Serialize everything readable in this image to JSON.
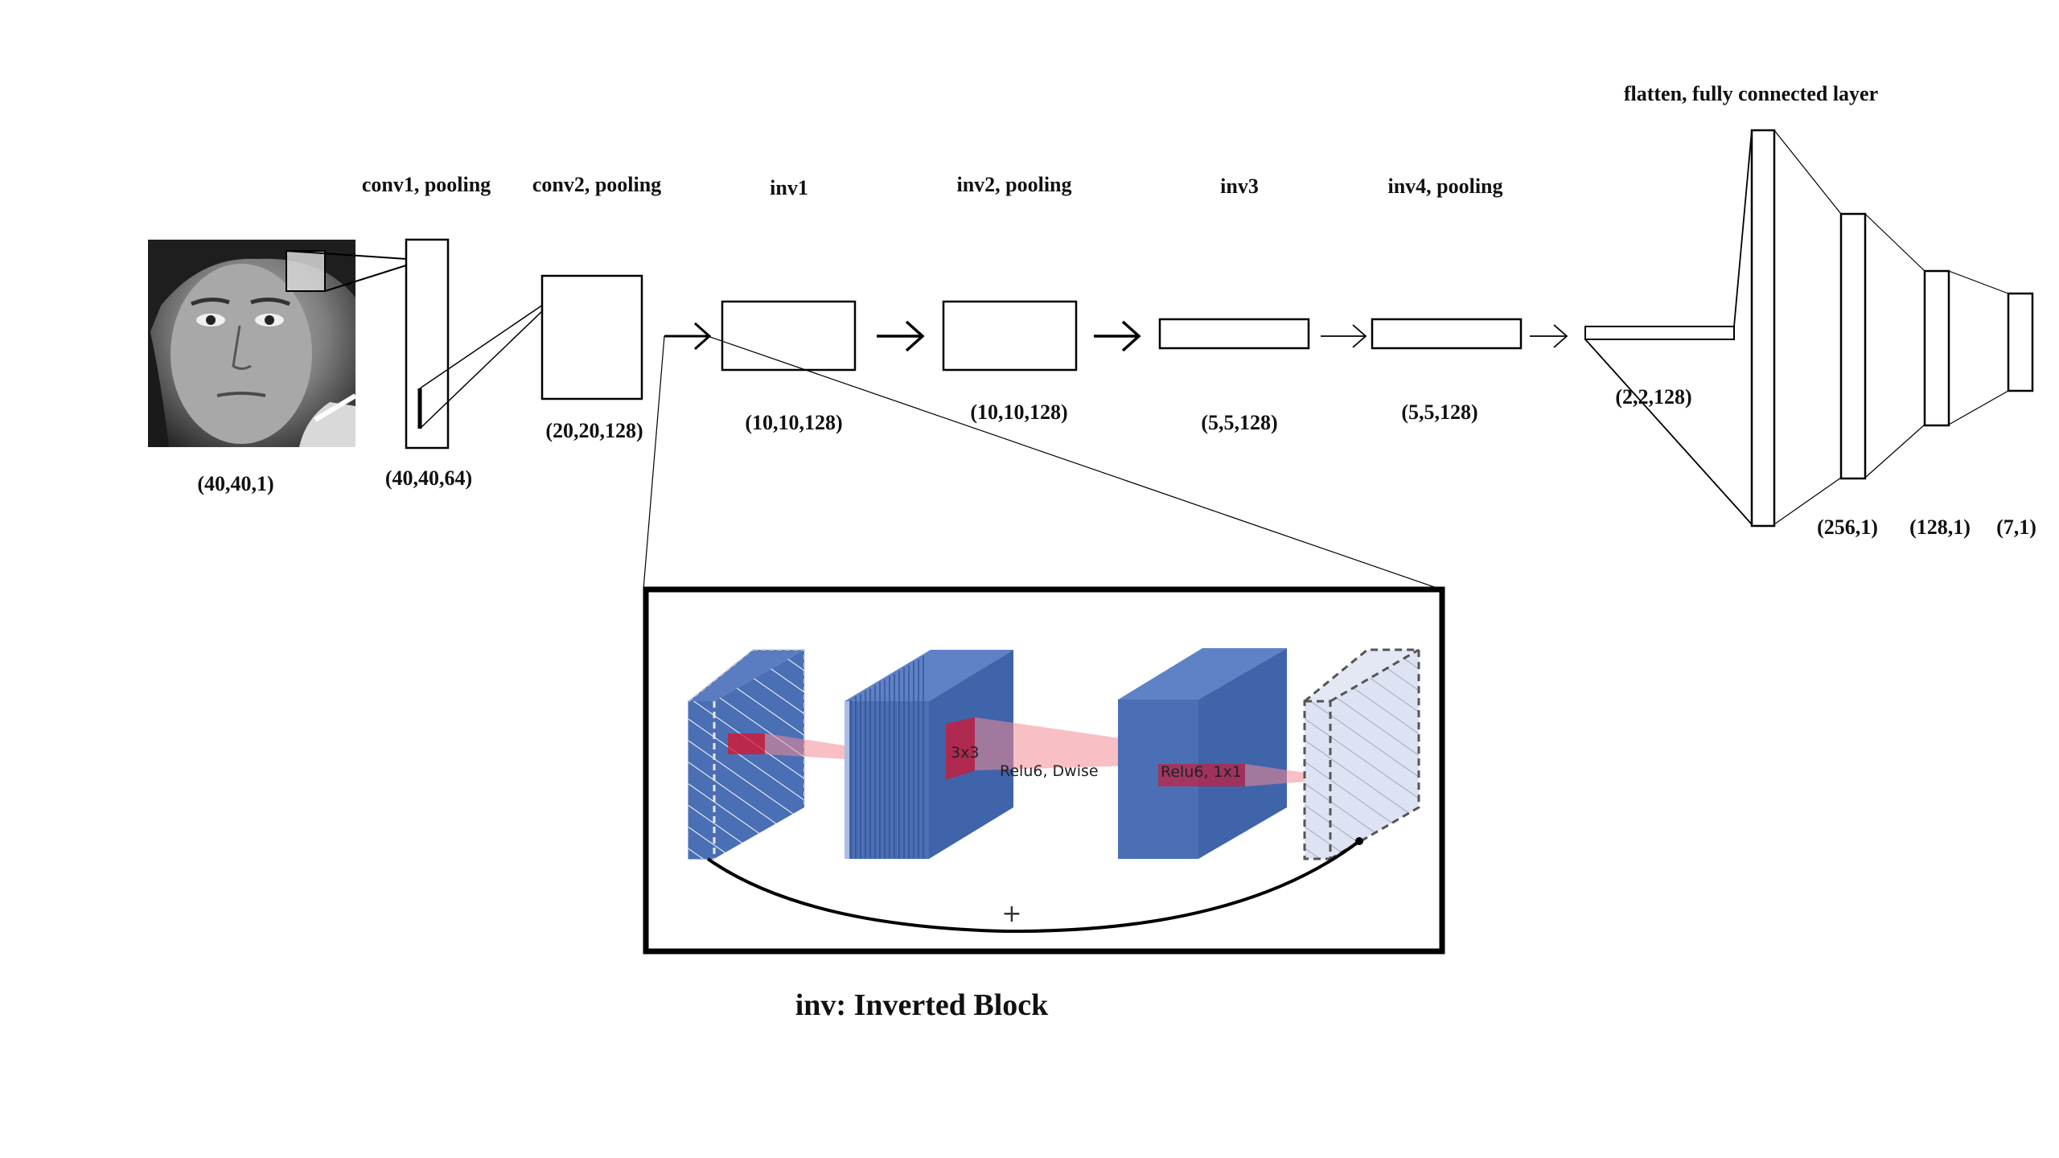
{
  "labels": {
    "conv1": "conv1, pooling",
    "conv2": "conv2, pooling",
    "inv1": "inv1",
    "inv2": "inv2, pooling",
    "inv3": "inv3",
    "inv4": "inv4, pooling",
    "fc": "flatten, fully connected layer"
  },
  "shapes": {
    "input": "(40,40,1)",
    "conv1": "(40,40,64)",
    "conv2": "(20,20,128)",
    "inv1": "(10,10,128)",
    "inv2": "(10,10,128)",
    "inv3": "(5,5,128)",
    "inv4": "(5,5,128)",
    "flatten": "(2,2,128)",
    "fc1": "(256,1)",
    "fc2": "(128,1)",
    "out": "(7,1)"
  },
  "inverted_block": {
    "title": "inv: Inverted Block",
    "kernel_label": "3x3",
    "dwise_label": "Relu6, Dwise",
    "pointwise_label": "Relu6, 1x1",
    "residual_symbol": "+"
  },
  "colors": {
    "block_blue": "#4a6fb5",
    "block_light": "#dde3f2",
    "highlight_red": "#e0102a",
    "line": "#000000"
  }
}
